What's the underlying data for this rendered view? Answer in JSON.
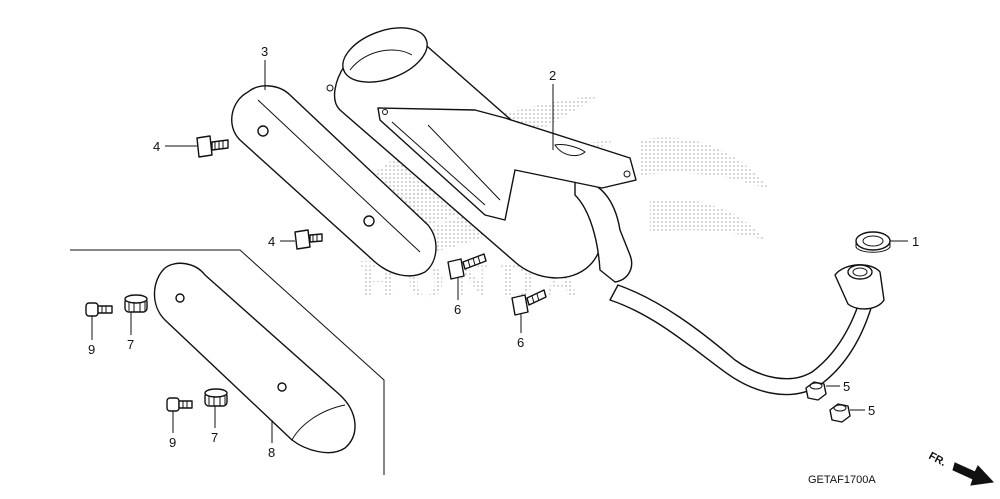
{
  "diagram_code": "GETAF1700A",
  "front_label": "FR.",
  "watermark_text": "HONDA",
  "callouts": {
    "c1": "1",
    "c2": "2",
    "c3": "3",
    "c4a": "4",
    "c4b": "4",
    "c5a": "5",
    "c5b": "5",
    "c6a": "6",
    "c6b": "6",
    "c7a": "7",
    "c7b": "7",
    "c8": "8",
    "c9a": "9",
    "c9b": "9"
  },
  "colors": {
    "line": "#111111",
    "watermark": "#c8c8c8",
    "background": "#ffffff"
  }
}
